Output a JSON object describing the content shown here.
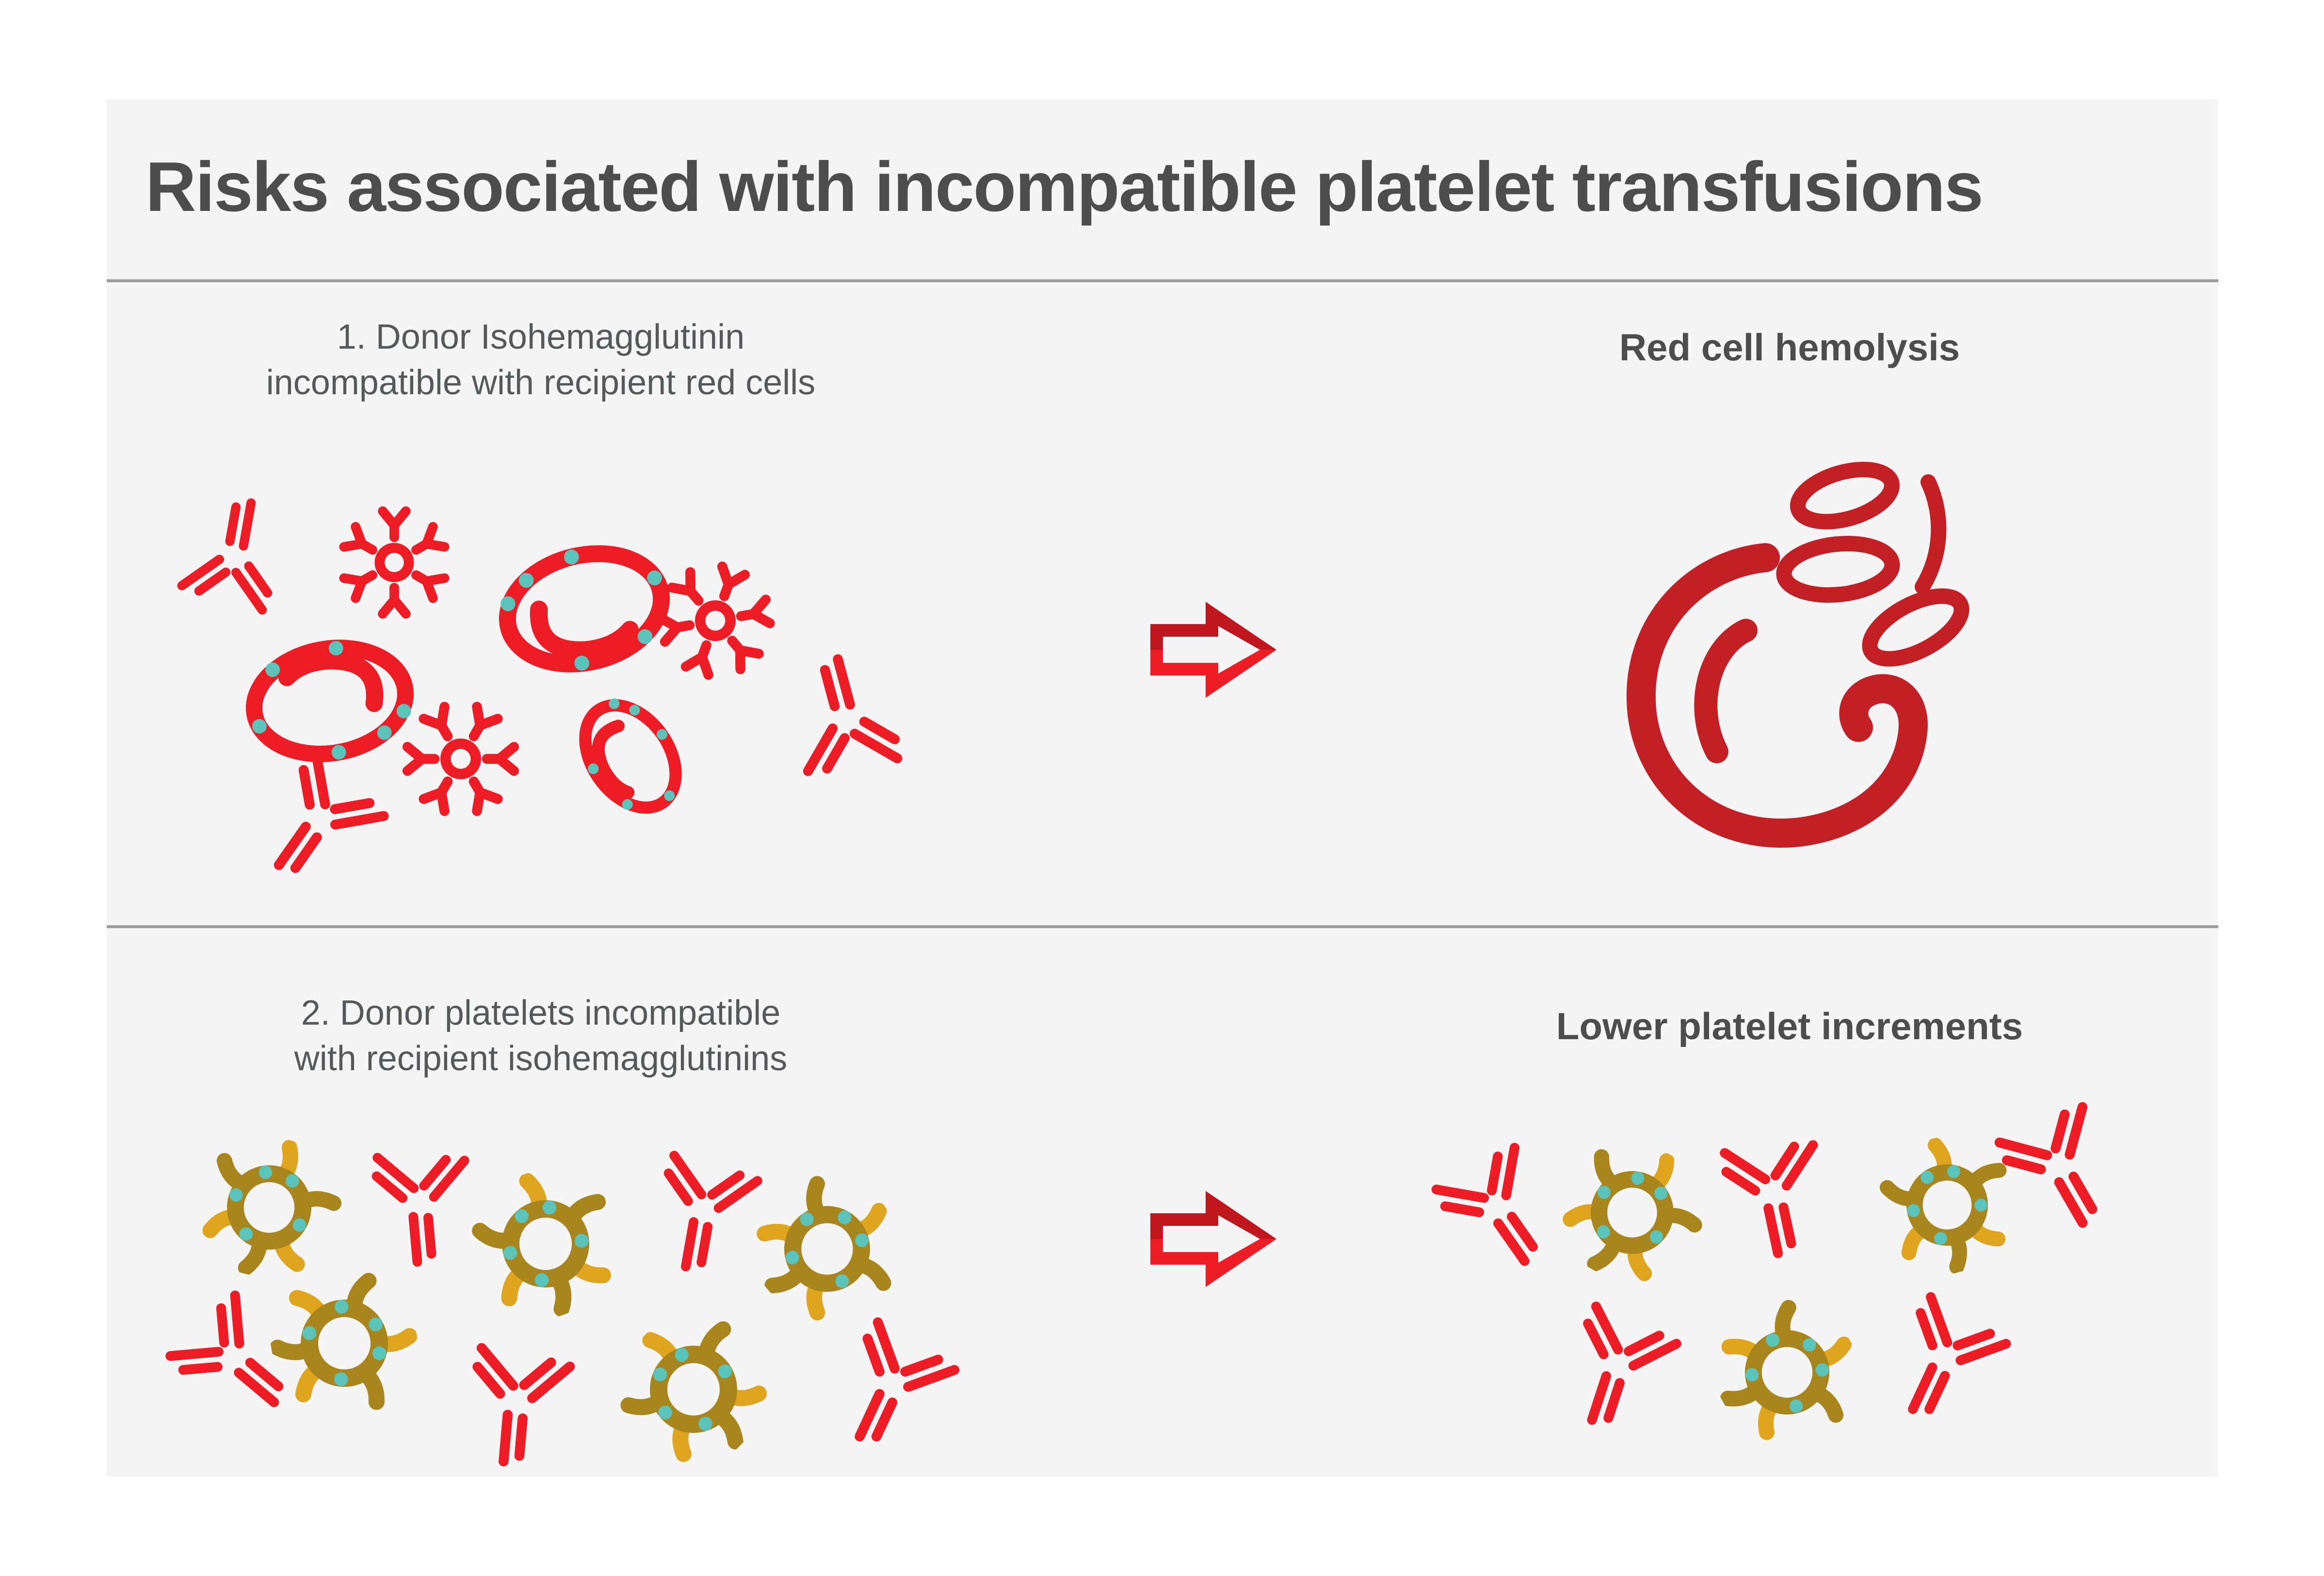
{
  "title": "Risks associated with incompatible platelet transfusions",
  "sections": [
    {
      "cause_line1": "1. Donor Isohemagglutinin",
      "cause_line2": "incompatible with recipient red cells",
      "effect_heading": "Red cell hemolysis"
    },
    {
      "cause_line1": "2. Donor platelets incompatible",
      "cause_line2": "with recipient isohemagglutinins",
      "effect_heading": "Lower platelet increments"
    }
  ],
  "icons": [
    "igg-antibody-icon",
    "igm-antibody-icon",
    "red-blood-cell-icon",
    "platelet-icon",
    "hemolyzed-red-cell-icon",
    "arrow-right-icon"
  ],
  "palette": {
    "page_bg": "#FFFFFF",
    "card_bg": "#F5F5F5",
    "title_text": "#4D4D4D",
    "body_text": "#57585A",
    "divider": "#9C9C9C",
    "red_bright": "#EE1C25",
    "red_deep": "#C32026",
    "arrow_dark": "#C0161E",
    "teal": "#5BC4BA",
    "gold_dark": "#A9851D",
    "gold_light": "#DFA51F"
  }
}
